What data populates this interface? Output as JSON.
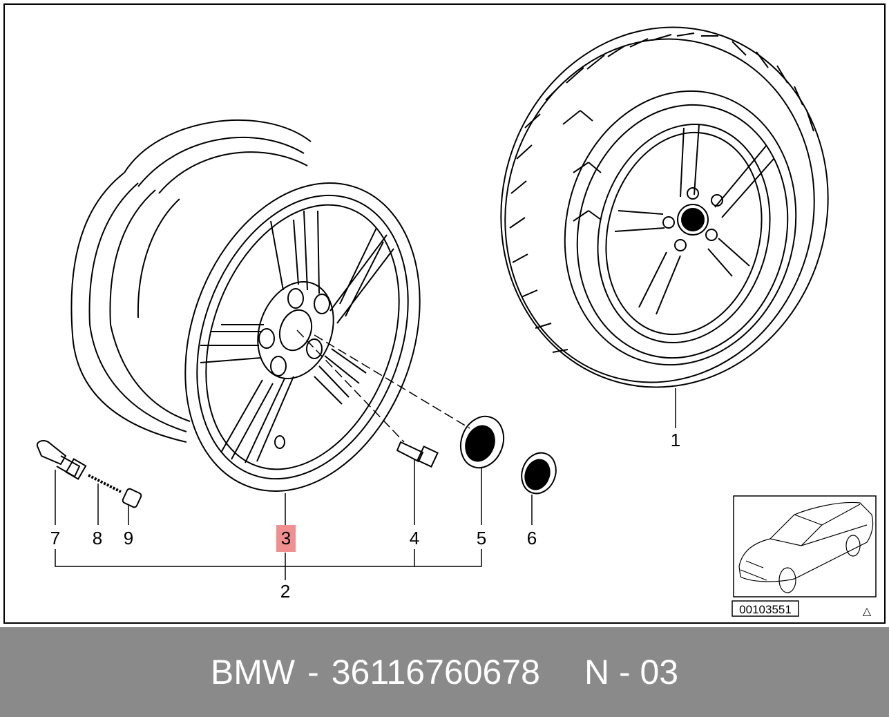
{
  "callouts": [
    "1",
    "2",
    "3",
    "4",
    "5",
    "6",
    "7",
    "8",
    "9"
  ],
  "highlighted_callout": "3",
  "colors": {
    "highlight": "#ef8f8f",
    "footer_bg": "#8a8a8a",
    "footer_text": "#ffffff",
    "line": "#000000"
  },
  "inset": {
    "diagram_id": "00103551",
    "triangle": "△"
  },
  "footer": {
    "brand": "BMW",
    "separator": "-",
    "part_number": "36116760678",
    "catalog_code": "N - 03"
  }
}
